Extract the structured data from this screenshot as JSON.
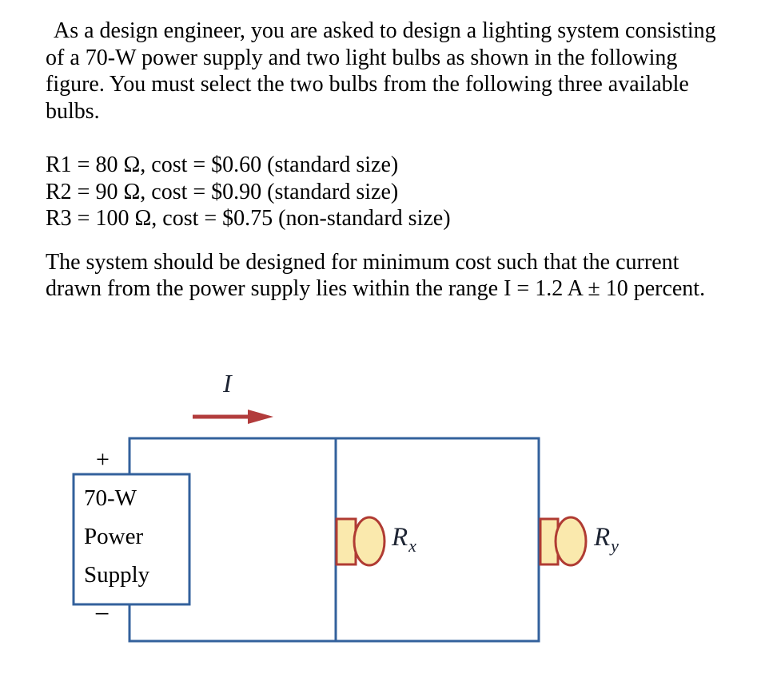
{
  "problem": {
    "paragraph1_lines": [
      "As a design engineer, you are asked to design a lighting system consisting",
      "of a 70-W power supply and two light bulbs as shown in the following",
      "figure. You must select the two bulbs from the following three available",
      "bulbs."
    ],
    "bulb_options": [
      "R1 = 80 Ω, cost = $0.60 (standard size)",
      "R2 = 90 Ω, cost = $0.90 (standard size)",
      "R3 = 100 Ω, cost = $0.75 (non-standard size)"
    ],
    "paragraph2_lines": [
      "The system should be designed for minimum cost such that the current",
      "drawn from the power supply lies within the range I = 1.2 A ± 10 percent."
    ]
  },
  "diagram": {
    "current_label": "I",
    "plus_sign": "+",
    "minus_sign": "−",
    "power_supply_lines": [
      "70-W",
      "Power",
      "Supply"
    ],
    "bulb_x": {
      "base": "R",
      "sub": "x"
    },
    "bulb_y": {
      "base": "R",
      "sub": "y"
    },
    "colors": {
      "wire_blue": "#33619c",
      "bulb_outline_red": "#b03b33",
      "bulb_fill_yellow": "#fae9ad",
      "arrow_red": "#b23c3c",
      "label_ink": "#1d2433"
    }
  }
}
